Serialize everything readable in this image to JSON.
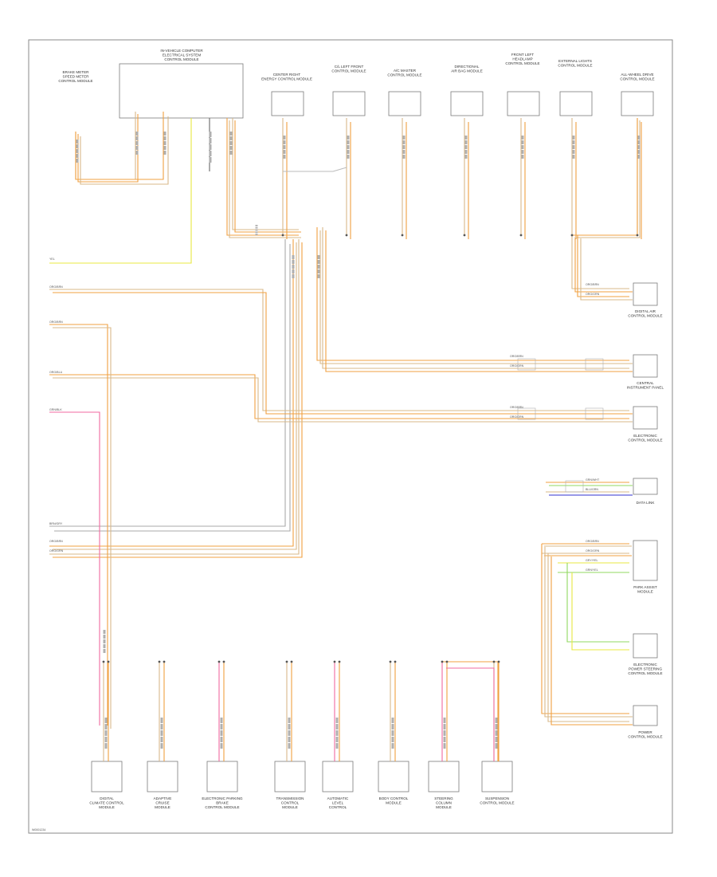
{
  "colors": {
    "orange": "#f0a040",
    "tan": "#d8b98a",
    "pink": "#f06aa0",
    "yellow": "#e8e840",
    "green": "#90d860",
    "blue": "#3030d0",
    "grey": "#9a9a9a",
    "connector": "#b0b0b0"
  },
  "diagram_id": "W0001234",
  "top_components": [
    {
      "id": "t0",
      "label": "BRAKE METER / SPEED METER / CONTROL MODULE",
      "note": ""
    },
    {
      "id": "t1",
      "label": "IN-VEHICLE COMPUTER / ELECTRICAL SYSTEM / CONTROL MODULE",
      "note": ""
    },
    {
      "id": "t2",
      "label": "CENTER RIGHT / ENERGY CONTROL MODULE",
      "note": ""
    },
    {
      "id": "t3",
      "label": "C/L LEFT FRONT / CONTROL MODULE",
      "note": ""
    },
    {
      "id": "t4",
      "label": "A/C MASTER / CONTROL MODULE",
      "note": ""
    },
    {
      "id": "t5",
      "label": "DIRECTIONAL / AIR BAG MODULE",
      "note": ""
    },
    {
      "id": "t6",
      "label": "FRONT LEFT / HEADLAMP / CONTROL MODULE",
      "note": ""
    },
    {
      "id": "t7",
      "label": "EXTERNAL LIGHTS / CONTROL MODULE",
      "note": ""
    },
    {
      "id": "t8",
      "label": "ALL-WHEEL DRIVE / CONTROL MODULE",
      "note": ""
    }
  ],
  "right_components": [
    {
      "id": "r0",
      "label": "DIGITAL AIR / CONTROL MODULE"
    },
    {
      "id": "r1",
      "label": "CENTRAL / INSTRUMENT PANEL"
    },
    {
      "id": "r2",
      "label": "ELECTRONIC / CONTROL MODULE"
    },
    {
      "id": "r3",
      "label": "DATA LINK"
    },
    {
      "id": "r4",
      "label": "PARK ASSIST / MODULE"
    },
    {
      "id": "r5",
      "label": "ELECTRONIC / POWER STEERING / CONTROL MODULE"
    },
    {
      "id": "r6",
      "label": "POWER / CONTROL MODULE"
    }
  ],
  "bottom_components": [
    {
      "id": "b0",
      "label": "DIGITAL / CLIMATE CONTROL / MODULE"
    },
    {
      "id": "b1",
      "label": "ADAPTIVE / CRUISE / MODULE"
    },
    {
      "id": "b2",
      "label": "ELECTRONIC PARKING / BRAKE / CONTROL MODULE"
    },
    {
      "id": "b3",
      "label": "TRANSMISSION / CONTROL / MODULE"
    },
    {
      "id": "b4",
      "label": "AUTOMATIC / LEVEL / CONTROL"
    },
    {
      "id": "b5",
      "label": "BODY CONTROL / MODULE"
    },
    {
      "id": "b6",
      "label": "STEERING / COLUMN / MODULE"
    },
    {
      "id": "b7",
      "label": "SUSPENSION / CONTROL MODULE"
    }
  ],
  "left_wire_labels": [
    {
      "id": "w0",
      "label": "YEL"
    },
    {
      "id": "w1",
      "label": "ORG/BRN"
    },
    {
      "id": "w2",
      "label": "ORG/BRN"
    },
    {
      "id": "w3",
      "label": "ORG/BLU"
    },
    {
      "id": "w4",
      "label": "GRN/BLK"
    },
    {
      "id": "w5",
      "label": "BRN/GRY"
    },
    {
      "id": "w6",
      "label": "ORG/BRN"
    },
    {
      "id": "w7",
      "label": "ORG/GRN"
    }
  ],
  "right_wire_labels": [
    {
      "id": "rw0",
      "label": "ORG/BRN"
    },
    {
      "id": "rw1",
      "label": "ORG/GRN"
    },
    {
      "id": "rw2",
      "label": "ORG/BRN"
    },
    {
      "id": "rw3",
      "label": "ORG/GRN"
    },
    {
      "id": "rw4",
      "label": "ORG/BRN"
    },
    {
      "id": "rw5",
      "label": "ORG/GRN"
    },
    {
      "id": "rw6",
      "label": "GRN/WHT"
    },
    {
      "id": "rw7",
      "label": "BLU/GRN"
    },
    {
      "id": "rw8",
      "label": "ORG/BRN"
    },
    {
      "id": "rw9",
      "label": "ORG/GRN"
    },
    {
      "id": "rw10",
      "label": "GRY/YEL"
    },
    {
      "id": "rw11",
      "label": "GRN/YEL"
    }
  ]
}
